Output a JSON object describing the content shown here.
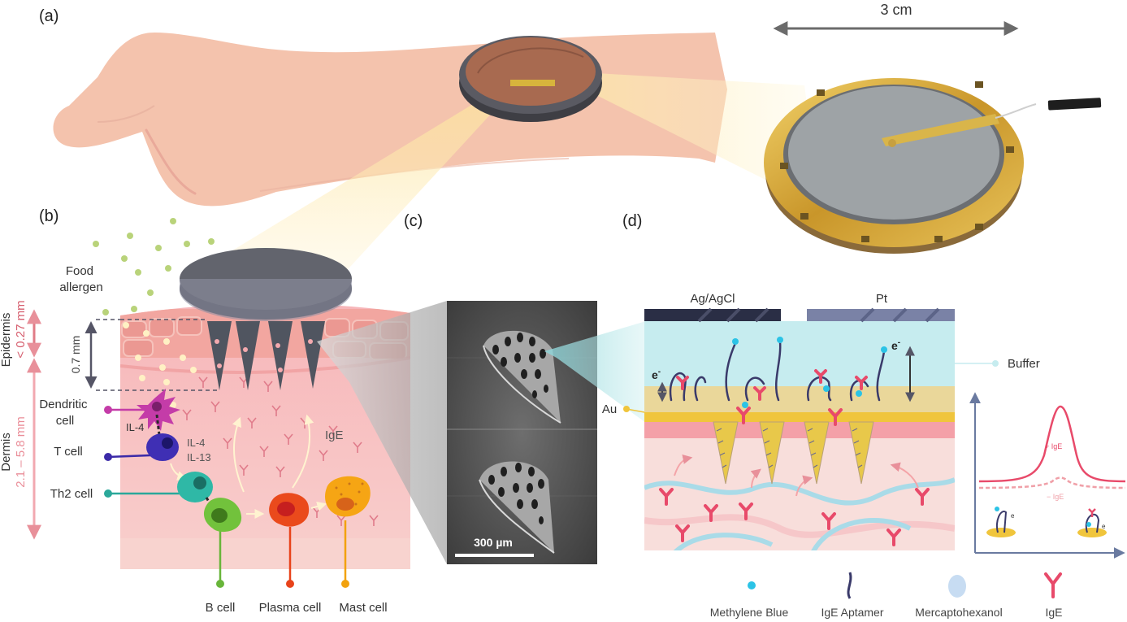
{
  "panels": {
    "a": "(a)",
    "b": "(b)",
    "c": "(c)",
    "d": "(d)"
  },
  "photo": {
    "scale_label": "3 cm"
  },
  "skin": {
    "food_allergen": [
      "Food",
      "allergen"
    ],
    "epidermis_label": "Epidermis",
    "epidermis_depth": "< 0.27 mm",
    "dermis_label": "Dermis",
    "dermis_depth": "2.1 – 5.8 mm",
    "needle_length": "0.7 mm",
    "cells": {
      "dendritic": [
        "Dendritic",
        "cell"
      ],
      "t_cell": "T cell",
      "th2_cell": "Th2 cell",
      "b_cell": "B cell",
      "plasma_cell": "Plasma cell",
      "mast_cell": "Mast cell"
    },
    "cytokines": {
      "il4_a": "IL-4",
      "il4_b": "IL-4",
      "il13": "IL-13"
    },
    "ige": "IgE"
  },
  "sem": {
    "scale_label": "300 µm"
  },
  "sensor": {
    "ref_electrode": "Ag/AgCl",
    "counter_electrode": "Pt",
    "buffer": "Buffer",
    "gold": "Au",
    "electron": "e",
    "electron_sup": "-"
  },
  "voltammogram": {
    "with_ige": "+ IgE",
    "without_ige": "− IgE"
  },
  "legend": [
    {
      "label": "Methylene Blue",
      "icon": "methylene-blue-icon"
    },
    {
      "label": "IgE Aptamer",
      "icon": "aptamer-icon"
    },
    {
      "label": "Mercaptohexanol",
      "icon": "mercaptohexanol-icon"
    },
    {
      "label": "IgE",
      "icon": "ige-icon"
    }
  ],
  "colors": {
    "skin": "#f4c3ad",
    "dermis": "#f6c0c3",
    "gold": "#e0c05a",
    "buffer": "#c6ecef",
    "ige_red": "#e84a6a",
    "aptamer": "#3a3a6a",
    "methylene_blue": "#2bc3e6",
    "device_dark": "#55555e"
  }
}
